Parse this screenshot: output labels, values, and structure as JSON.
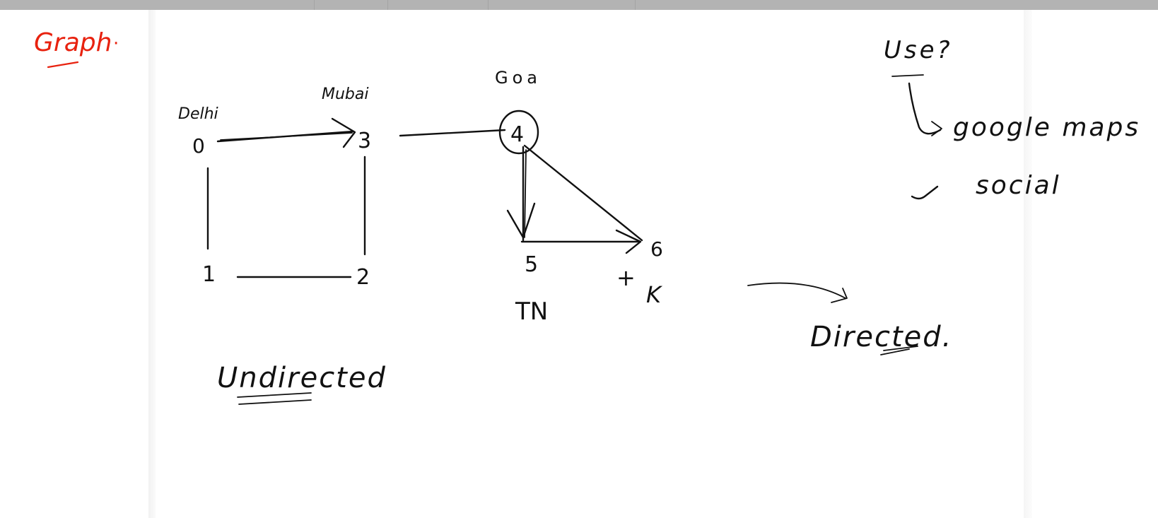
{
  "title": "Graph",
  "title_dot": "·",
  "undirected_graph": {
    "cities": {
      "delhi": "Delhi",
      "mumbai": "Mubai",
      "goa": "Goa"
    },
    "nodes": [
      "0",
      "3",
      "1",
      "2"
    ],
    "label": "Undirected"
  },
  "directed_graph": {
    "nodes": [
      "4",
      "5",
      "6"
    ],
    "labels": {
      "tn": "TN",
      "k": "K",
      "plus": "+"
    },
    "label": "Directed."
  },
  "uses": {
    "heading": "Use?",
    "items": [
      "google maps",
      "social"
    ]
  },
  "colors": {
    "ink": "#111111",
    "red_ink": "#e8220f",
    "topbar": "#b3b3b3"
  }
}
